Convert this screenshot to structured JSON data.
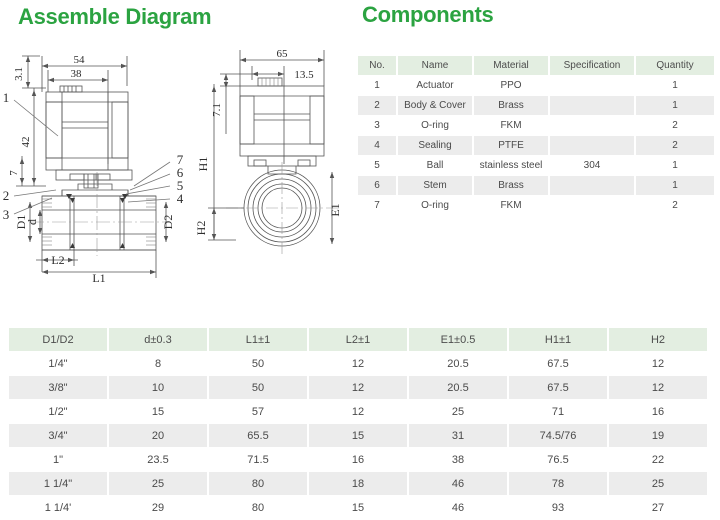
{
  "headings": {
    "assemble": "Assemble Diagram",
    "components": "Components"
  },
  "colors": {
    "title_green": "#2ba341",
    "table_header_green": "#e3eee1",
    "row_alt_gray": "#ececec",
    "text_gray": "#4a4a4a",
    "line_gray": "#555555"
  },
  "components_table": {
    "columns": [
      "No.",
      "Name",
      "Material",
      "Specification",
      "Quantity"
    ],
    "rows": [
      [
        "1",
        "Actuator",
        "PPO",
        "",
        "1"
      ],
      [
        "2",
        "Body & Cover",
        "Brass",
        "",
        "1"
      ],
      [
        "3",
        "O-ring",
        "FKM",
        "",
        "2"
      ],
      [
        "4",
        "Sealing",
        "PTFE",
        "",
        "2"
      ],
      [
        "5",
        "Ball",
        "stainless steel",
        "304",
        "1"
      ],
      [
        "6",
        "Stem",
        "Brass",
        "",
        "1"
      ],
      [
        "7",
        "O-ring",
        "FKM",
        "",
        "2"
      ]
    ]
  },
  "dimension_table": {
    "columns": [
      "D1/D2",
      "d±0.3",
      "L1±1",
      "L2±1",
      "E1±0.5",
      "H1±1",
      "H2"
    ],
    "rows": [
      [
        "1/4\"",
        "8",
        "50",
        "12",
        "20.5",
        "67.5",
        "12"
      ],
      [
        "3/8\"",
        "10",
        "50",
        "12",
        "20.5",
        "67.5",
        "12"
      ],
      [
        "1/2\"",
        "15",
        "57",
        "12",
        "25",
        "71",
        "16"
      ],
      [
        "3/4\"",
        "20",
        "65.5",
        "15",
        "31",
        "74.5/76",
        "19"
      ],
      [
        "1\"",
        "23.5",
        "71.5",
        "16",
        "38",
        "76.5",
        "22"
      ],
      [
        "1 1/4\"",
        "25",
        "80",
        "18",
        "46",
        "78",
        "25"
      ],
      [
        "1 1/4'",
        "29",
        "80",
        "15",
        "46",
        "93",
        "27"
      ]
    ]
  },
  "drawing_front": {
    "name": "front-section-view",
    "dimensions": {
      "d31": "3.1",
      "d54": "54",
      "d38": "38",
      "d42": "42",
      "d7": "7",
      "dD1": "D1",
      "dd": "d",
      "dD2": "D2",
      "dL2": "L2",
      "dL1": "L1"
    },
    "callouts": {
      "c1": "1",
      "c2": "2",
      "c3": "3",
      "c4": "4",
      "c5": "5",
      "c6": "6",
      "c7": "7"
    }
  },
  "drawing_side": {
    "name": "side-view",
    "dimensions": {
      "d65": "65",
      "d135": "13.5",
      "d71": "7.1",
      "dH1": "H1",
      "dH2": "H2",
      "dE1": "E1"
    }
  }
}
